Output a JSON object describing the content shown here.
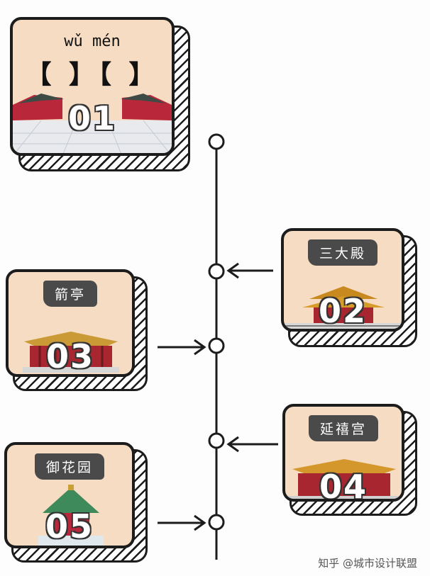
{
  "cards": [
    {
      "id": "01",
      "number": "01",
      "pinyin": "wǔ   mén",
      "brackets": "【  】【  】"
    },
    {
      "id": "02",
      "number": "02",
      "label": "三大殿"
    },
    {
      "id": "03",
      "number": "03",
      "label": "箭亭"
    },
    {
      "id": "04",
      "number": "04",
      "label": "延禧宫"
    },
    {
      "id": "05",
      "number": "05",
      "label": "御花园"
    }
  ],
  "watermark": "知乎 @城市设计联盟"
}
